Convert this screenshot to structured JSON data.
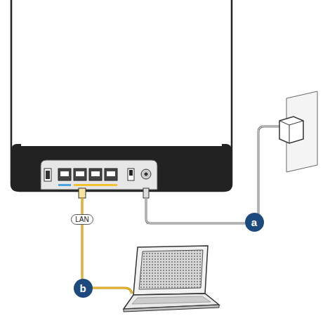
{
  "diagram": {
    "nodes": [
      {
        "text": [
          "LAN"
        ]
      },
      {
        "text": [
          "a"
        ]
      },
      {
        "text": [
          "b"
        ]
      }
    ]
  }
}
